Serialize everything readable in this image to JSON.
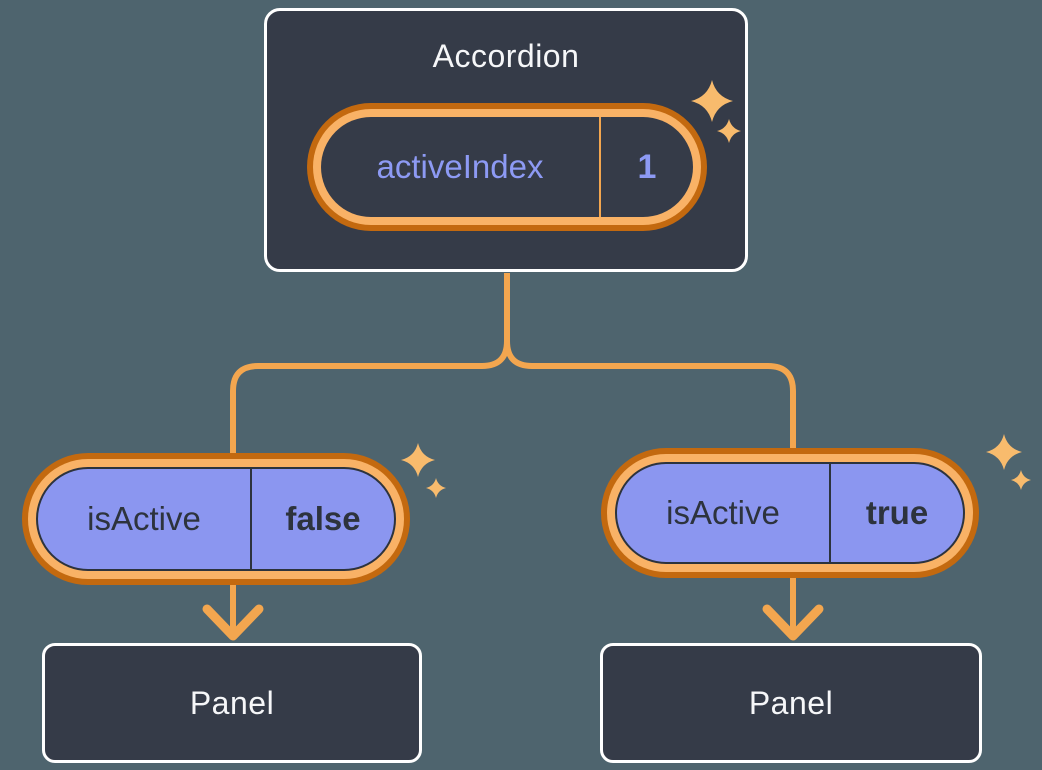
{
  "diagram": {
    "root": {
      "title": "Accordion",
      "state": {
        "label": "activeIndex",
        "value": "1"
      }
    },
    "children": [
      {
        "prop": {
          "label": "isActive",
          "value": "false"
        },
        "panel": {
          "title": "Panel"
        }
      },
      {
        "prop": {
          "label": "isActive",
          "value": "true"
        },
        "panel": {
          "title": "Panel"
        }
      }
    ]
  },
  "icons": {
    "sparkle": "four-point-star",
    "arrow": "down-arrow"
  },
  "colors": {
    "bg": "#4E646E",
    "node-fill": "#353B48",
    "node-border": "#FFFFFF",
    "title": "#F6F7F9",
    "ring-outer": "#C3690F",
    "ring-inner": "#F9B266",
    "connector": "#F3A64F",
    "pill-fill": "#8B96F0",
    "pill-stroke": "#2D333D",
    "purple-text": "#8D9AF4",
    "sparkle": "#F8BB6D"
  }
}
